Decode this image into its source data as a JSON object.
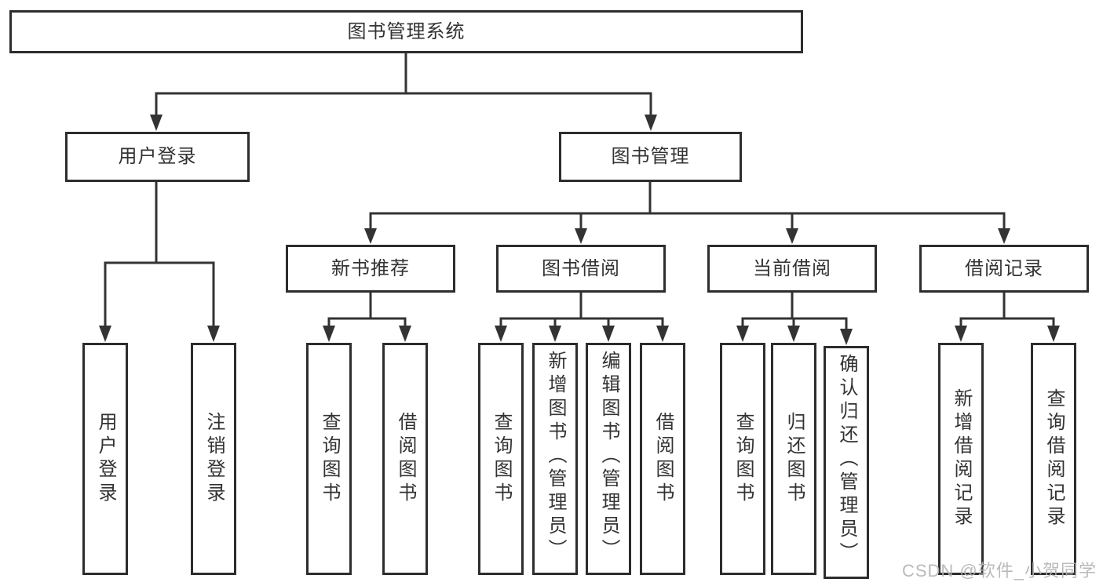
{
  "diagram": {
    "root": {
      "label": "图书管理系统"
    },
    "branches": [
      {
        "label": "用户登录",
        "children": [
          {
            "label": "用户登录"
          },
          {
            "label": "注销登录"
          }
        ]
      },
      {
        "label": "图书管理",
        "children": [
          {
            "label": "新书推荐",
            "children": [
              {
                "label": "查询图书"
              },
              {
                "label": "借阅图书"
              }
            ]
          },
          {
            "label": "图书借阅",
            "children": [
              {
                "label": "查询图书"
              },
              {
                "label": "新增图书（管理员）"
              },
              {
                "label": "编辑图书（管理员）"
              },
              {
                "label": "借阅图书"
              }
            ]
          },
          {
            "label": "当前借阅",
            "children": [
              {
                "label": "查询图书"
              },
              {
                "label": "归还图书"
              },
              {
                "label": "确认归还（管理员）"
              }
            ]
          },
          {
            "label": "借阅记录",
            "children": [
              {
                "label": "新增借阅记录"
              },
              {
                "label": "查询借阅记录"
              }
            ]
          }
        ]
      }
    ]
  },
  "watermark": {
    "text": "CSDN @软件_小贺同学"
  },
  "colors": {
    "background": "#ffffff",
    "line": "#333333",
    "box_border": "#2d2d2d",
    "text": "#333333",
    "watermark": "#b3b3b3"
  }
}
